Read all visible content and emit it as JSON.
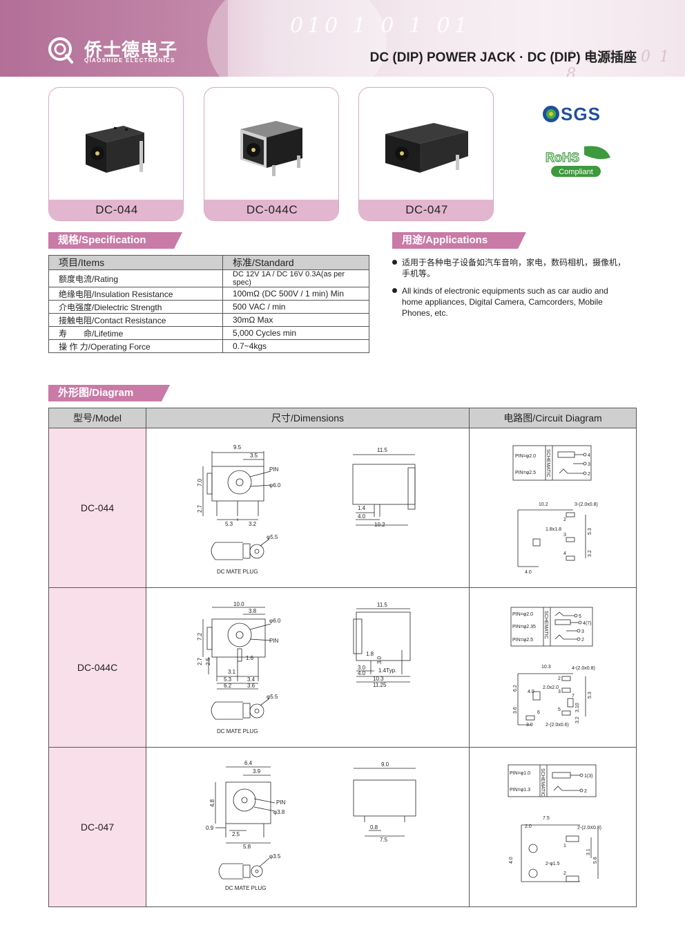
{
  "header": {
    "brand_cn": "侨士德电子",
    "brand_en": "QIAOSHIDE ELECTRONICS",
    "title": "DC (DIP) POWER JACK · DC (DIP) 电源插座",
    "decor_digits": "010 1 0 1 01",
    "decor_digits2": "1 0 0 1 0 1 8"
  },
  "products": [
    {
      "label": "DC-044"
    },
    {
      "label": "DC-044C"
    },
    {
      "label": "DC-047"
    }
  ],
  "certs": {
    "sgs": "SGS",
    "rohs": "RoHS",
    "compliant": "Compliant"
  },
  "specification": {
    "heading": "规格/Specification",
    "columns": [
      "项目/Items",
      "标准/Standard"
    ],
    "rows": [
      [
        "额度电流/Rating",
        "DC 12V 1A / DC 16V 0.3A(as per spec)"
      ],
      [
        "绝缘电阻/Insulation Resistance",
        "100mΩ (DC 500V / 1 min) Min"
      ],
      [
        "介电强度/Dielectric Strength",
        "500 VAC / min"
      ],
      [
        "接触电阻/Contact Resistance",
        "30mΩ Max"
      ],
      [
        "寿　　命/Lifetime",
        "5,000 Cycles min"
      ],
      [
        "操 作 力/Operating Force",
        "0.7~4kgs"
      ]
    ]
  },
  "applications": {
    "heading": "用途/Applications",
    "items": [
      "适用于各种电子设备如汽车音响，家电，数码相机，摄像机，手机等。",
      "All kinds of electronic equipments such as car audio and home appliances, Digital Camera, Camcorders, Mobile Phones, etc."
    ]
  },
  "diagram": {
    "heading": "外形图/Diagram",
    "columns": [
      "型号/Model",
      "尺寸/Dimensions",
      "电路图/Circuit Diagram"
    ],
    "rows": [
      {
        "model": "DC-044",
        "front": {
          "w": "9.5",
          "c": "3.5",
          "h": "7.0",
          "b": "2.7",
          "p1": "5.3",
          "p2": "3.2",
          "pin": "PIN",
          "dia": "φ6.0"
        },
        "side": {
          "w": "11.5",
          "a": "1.4",
          "b": "4.0",
          "c": "10.2"
        },
        "plug": {
          "dia": "φ5.5",
          "label": "DC MATE PLUG"
        },
        "sch": {
          "p1": "PIN=φ2.0",
          "p2": "PIN=φ2.5",
          "tag": "SCHEMATIC",
          "n": [
            "4",
            "3",
            "2"
          ]
        },
        "pcb": {
          "w": "10.2",
          "holes": "3-(2.0x0.8)",
          "pad": "1.8x1.8",
          "v1": "5.3",
          "v2": "3.2",
          "b": "4.0",
          "n": [
            "2",
            "3",
            "4"
          ]
        }
      },
      {
        "model": "DC-044C",
        "front": {
          "w": "10.0",
          "c": "3.8",
          "h": "7.2",
          "b1": "2.7",
          "b2": "2.5",
          "s": "3.1",
          "p1": "5.3",
          "p2": "3.4",
          "p3": "6.2",
          "p4": "3.6",
          "pin": "PIN",
          "dia": "φ6.0",
          "sq": "1.6"
        },
        "side": {
          "w": "11.5",
          "a": "1.8",
          "b": "3.0",
          "c": "3.0",
          "d": "4.0",
          "e": "1.4Typ.",
          "f": "10.3",
          "g": "11.25"
        },
        "plug": {
          "dia": "φ5.5",
          "label": "DC MATE PLUG"
        },
        "sch": {
          "p1": "PIN=φ2.0",
          "p2": "PIN=φ2.35",
          "p3": "PIN=φ2.5",
          "tag": "SCHEMATIC",
          "n": [
            "5",
            "4(7)",
            "3",
            "2"
          ]
        },
        "pcb": {
          "w": "10.3",
          "holes": "4-(2.0x0.8)",
          "pad": "2.0x2.0",
          "v1": "6.2",
          "v2": "3.6",
          "h": "4.0",
          "b": "3.0",
          "m1": "3.10",
          "m2": "3.2",
          "r": "5.3",
          "holes2": "2-(2.0x0.6)",
          "n": [
            "2",
            "3",
            "5",
            "6",
            "7"
          ]
        }
      },
      {
        "model": "DC-047",
        "front": {
          "w": "6.4",
          "c": "3.9",
          "h": "4.8",
          "l": "0.9",
          "p1": "2.5",
          "p2": "5.8",
          "pin": "PIN",
          "dia": "φ3.8"
        },
        "side": {
          "w": "9.0",
          "a": "0.8",
          "b": "7.5"
        },
        "plug": {
          "dia": "φ3.5",
          "label": "DC MATE PLUG"
        },
        "sch": {
          "p1": "PIN=φ1.0",
          "p2": "PIN=φ1.3",
          "tag": "SCHEMATIC",
          "n": [
            "1(3)",
            "2"
          ]
        },
        "pcb": {
          "w": "7.5",
          "a": "2.0",
          "holes": "2-(2.0X0.8)",
          "v": "4.0",
          "d": "2-φ1.5",
          "r1": "3.1",
          "r2": "5.8",
          "n": [
            "1",
            "2"
          ]
        }
      }
    ]
  }
}
